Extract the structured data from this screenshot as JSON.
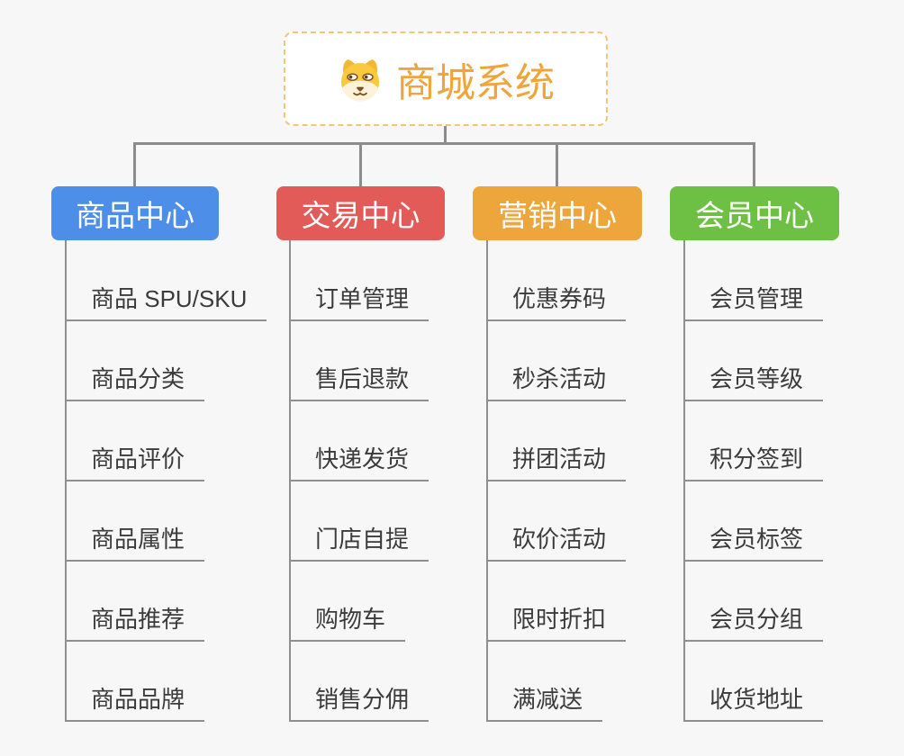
{
  "diagram": {
    "root": {
      "title": "商城系统",
      "icon": "dog-face-icon",
      "title_color": "#efa53c",
      "border_color": "#f3c577",
      "background": "#ffffff"
    },
    "branches": [
      {
        "label": "商品中心",
        "color": "#4d8fe8",
        "items": [
          "商品 SPU/SKU",
          "商品分类",
          "商品评价",
          "商品属性",
          "商品推荐",
          "商品品牌"
        ]
      },
      {
        "label": "交易中心",
        "color": "#e25b58",
        "items": [
          "订单管理",
          "售后退款",
          "快递发货",
          "门店自提",
          "购物车",
          "销售分佣"
        ]
      },
      {
        "label": "营销中心",
        "color": "#eca63c",
        "items": [
          "优惠券码",
          "秒杀活动",
          "拼团活动",
          "砍价活动",
          "限时折扣",
          "满减送"
        ]
      },
      {
        "label": "会员中心",
        "color": "#6dc044",
        "items": [
          "会员管理",
          "会员等级",
          "积分签到",
          "会员标签",
          "会员分组",
          "收货地址"
        ]
      }
    ],
    "connector_color": "#8c8c8c",
    "leaf_text_color": "#3b3b3b",
    "page_background": "#f7f7f7"
  }
}
